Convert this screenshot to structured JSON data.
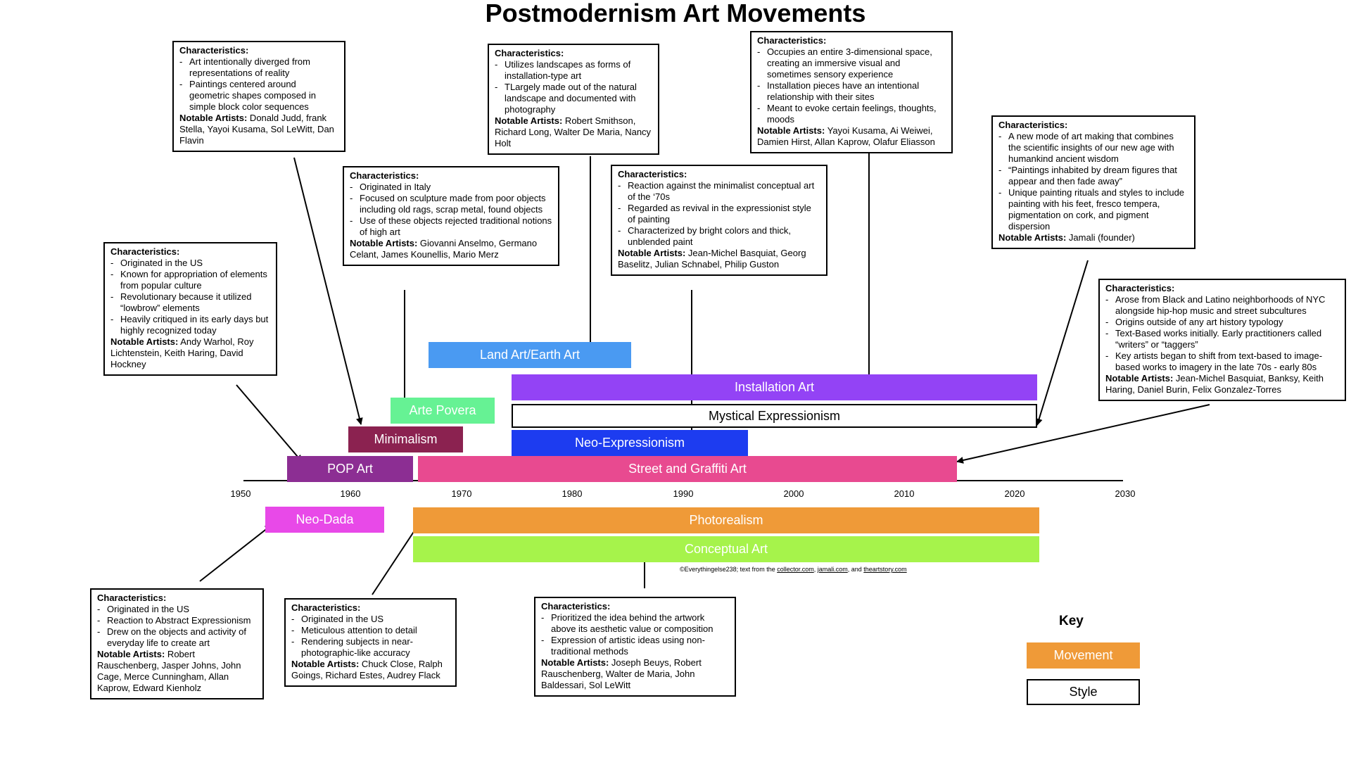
{
  "title": "Postmodernism Art Movements",
  "axis": {
    "ticks": [
      "1950",
      "1960",
      "1970",
      "1980",
      "1990",
      "2000",
      "2010",
      "2020",
      "2030"
    ]
  },
  "bars": {
    "land_art": {
      "label": "Land Art/Earth Art",
      "color": "#4a9af2"
    },
    "installation_art": {
      "label": "Installation Art",
      "color": "#9343f5"
    },
    "arte_povera": {
      "label": "Arte Povera",
      "color": "#66f294"
    },
    "mystical_expressionism": {
      "label": "Mystical Expressionism",
      "color": "#ffffff"
    },
    "minimalism": {
      "label": "Minimalism",
      "color": "#8b2250"
    },
    "neo_expressionism": {
      "label": "Neo-Expressionism",
      "color": "#1d3cf0"
    },
    "pop_art": {
      "label": "POP Art",
      "color": "#8c2e93"
    },
    "street_graffiti": {
      "label": "Street and Graffiti Art",
      "color": "#e84a90"
    },
    "neo_dada": {
      "label": "Neo-Dada",
      "color": "#e849e8"
    },
    "photorealism": {
      "label": "Photorealism",
      "color": "#ef9a38"
    },
    "conceptual_art": {
      "label": "Conceptual Art",
      "color": "#a6f34b"
    }
  },
  "boxes": {
    "minimalism": {
      "heading": "Characteristics:",
      "items": [
        "Art intentionally diverged from representations of reality",
        "Paintings centered around geometric shapes composed in simple block color sequences"
      ],
      "artists_label": "Notable Artists:",
      "artists": " Donald Judd, frank Stella, Yayoi Kusama, Sol LeWitt, Dan Flavin"
    },
    "land_art": {
      "heading": "Characteristics:",
      "items": [
        "Utilizes landscapes as forms of installation-type art",
        "TLargely made out of the natural landscape and documented with photography"
      ],
      "artists_label": "Notable Artists:",
      "artists": " Robert Smithson, Richard Long, Walter De Maria, Nancy Holt"
    },
    "installation_art": {
      "heading": "Characteristics:",
      "items": [
        "Occupies an entire 3-dimensional space, creating an immersive visual and sometimes sensory experience",
        "Installation pieces have an intentional relationship with their sites",
        "Meant to evoke certain feelings, thoughts, moods"
      ],
      "artists_label": "Notable Artists:",
      "artists": " Yayoi Kusama, Ai Weiwei, Damien Hirst, Allan Kaprow, Olafur Eliasson"
    },
    "mystical_expressionism": {
      "heading": "Characteristics:",
      "items": [
        "A new mode of art making that combines the scientific insights of our new age with humankind ancient wisdom",
        "“Paintings inhabited by dream figures that appear and then fade away”",
        "Unique painting rituals and styles to include painting with his feet, fresco tempera, pigmentation on cork, and pigment dispersion"
      ],
      "artists_label": "Notable Artists:",
      "artists": " Jamali (founder)"
    },
    "arte_povera": {
      "heading": "Characteristics:",
      "items": [
        "Originated in Italy",
        "Focused on sculpture made from poor objects including old rags, scrap metal, found objects",
        "Use of these objects rejected traditional notions of high art"
      ],
      "artists_label": "Notable Artists:",
      "artists": " Giovanni Anselmo, Germano Celant, James Kounellis, Mario Merz"
    },
    "neo_expressionism": {
      "heading": "Characteristics:",
      "items": [
        "Reaction against the minimalist conceptual art of the ‘70s",
        "Regarded as revival in the expressionist style of painting",
        "Characterized by bright colors and thick, unblended paint"
      ],
      "artists_label": "Notable Artists:",
      "artists": " Jean-Michel Basquiat, Georg Baselitz, Julian Schnabel, Philip Guston"
    },
    "pop_art": {
      "heading": "Characteristics:",
      "items": [
        "Originated in the US",
        "Known for appropriation of elements from popular culture",
        "Revolutionary because it utilized “lowbrow” elements",
        "Heavily critiqued in its early days but highly recognized today"
      ],
      "artists_label": "Notable Artists:",
      "artists": " Andy Warhol, Roy Lichtenstein, Keith Haring, David Hockney"
    },
    "street_graffiti": {
      "heading": "Characteristics:",
      "items": [
        "Arose from Black and Latino neighborhoods of NYC alongside hip-hop music and street subcultures",
        "Origins outside of any art history typology",
        "Text-Based works initially. Early practitioners called “writers” or “taggers”",
        "Key artists began to shift from text-based to image-based works to imagery in the late 70s - early 80s"
      ],
      "artists_label": "Notable Artists:",
      "artists": " Jean-Michel Basquiat, Banksy, Keith Haring, Daniel Burin, Felix Gonzalez-Torres"
    },
    "neo_dada": {
      "heading": "Characteristics:",
      "items": [
        "Originated in the US",
        "Reaction to Abstract Expressionism",
        "Drew on the objects and activity of everyday life to create art"
      ],
      "artists_label": "Notable Artists:",
      "artists": " Robert Rauschenberg, Jasper Johns, John Cage, Merce Cunningham, Allan Kaprow, Edward Kienholz"
    },
    "photorealism": {
      "heading": "Characteristics:",
      "items": [
        "Originated in the US",
        "Meticulous attention to detail",
        "Rendering subjects in near-photographic-like accuracy"
      ],
      "artists_label": "Notable Artists:",
      "artists": " Chuck Close, Ralph Goings, Richard Estes, Audrey Flack"
    },
    "conceptual_art": {
      "heading": "Characteristics:",
      "items": [
        "Prioritized the idea behind the artwork above its aesthetic value or composition",
        "Expression of artistic ideas using non-traditional methods"
      ],
      "artists_label": "Notable Artists:",
      "artists": " Joseph Beuys, Robert Rauschenberg, Walter de Maria, John Baldessari, Sol LeWitt"
    }
  },
  "credit": {
    "prefix": "©Everythingelse238; text from the ",
    "site1": "collector.com",
    "sep1": ", ",
    "site2": "jamali.com",
    "sep2": ", and ",
    "site3": "theartstory.com"
  },
  "key": {
    "title": "Key",
    "movement": "Movement",
    "style": "Style",
    "movement_color": "#ef9a38"
  }
}
